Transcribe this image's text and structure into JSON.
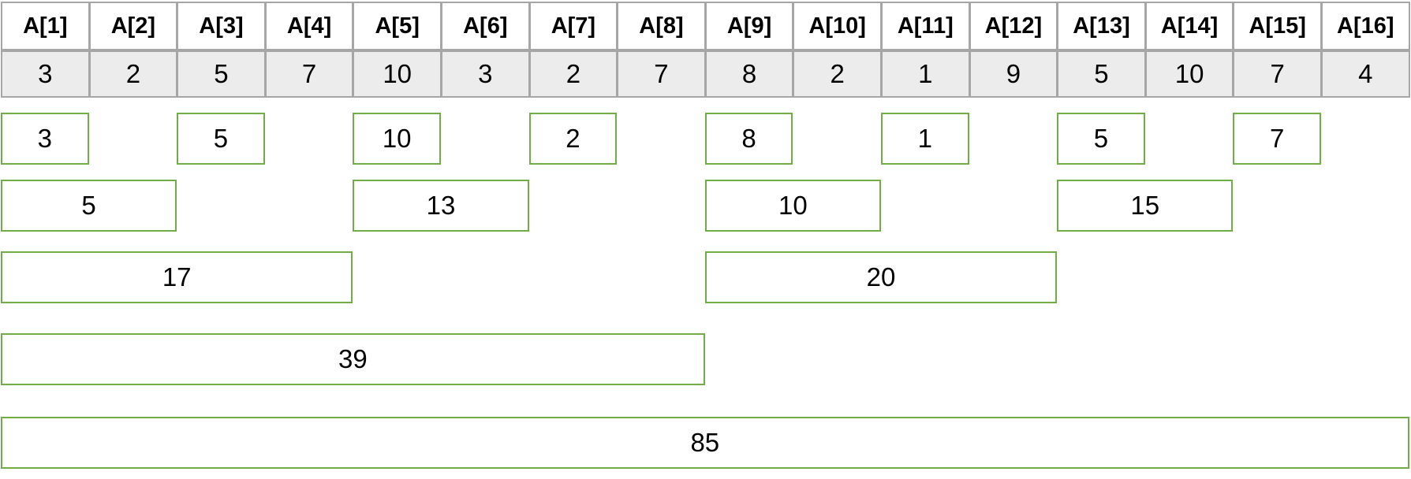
{
  "headers": [
    "A[1]",
    "A[2]",
    "A[3]",
    "A[4]",
    "A[5]",
    "A[6]",
    "A[7]",
    "A[8]",
    "A[9]",
    "A[10]",
    "A[11]",
    "A[12]",
    "A[13]",
    "A[14]",
    "A[15]",
    "A[16]"
  ],
  "values": [
    "3",
    "2",
    "5",
    "7",
    "10",
    "3",
    "2",
    "7",
    "8",
    "2",
    "1",
    "9",
    "5",
    "10",
    "7",
    "4"
  ],
  "tree_rows": [
    [
      {
        "label": "3",
        "span": [
          1,
          1
        ]
      },
      {
        "label": "5",
        "span": [
          3,
          3
        ]
      },
      {
        "label": "10",
        "span": [
          5,
          5
        ]
      },
      {
        "label": "2",
        "span": [
          7,
          7
        ]
      },
      {
        "label": "8",
        "span": [
          9,
          9
        ]
      },
      {
        "label": "1",
        "span": [
          11,
          11
        ]
      },
      {
        "label": "5",
        "span": [
          13,
          13
        ]
      },
      {
        "label": "7",
        "span": [
          15,
          15
        ]
      }
    ],
    [
      {
        "label": "5",
        "span": [
          1,
          2
        ]
      },
      {
        "label": "13",
        "span": [
          5,
          6
        ]
      },
      {
        "label": "10",
        "span": [
          9,
          10
        ]
      },
      {
        "label": "15",
        "span": [
          13,
          14
        ]
      }
    ],
    [
      {
        "label": "17",
        "span": [
          1,
          4
        ]
      },
      {
        "label": "20",
        "span": [
          9,
          12
        ]
      }
    ],
    [
      {
        "label": "39",
        "span": [
          1,
          8
        ]
      }
    ],
    [
      {
        "label": "85",
        "span": [
          1,
          16
        ]
      }
    ]
  ],
  "colors": {
    "node_border": "#70ad47",
    "table_border": "#a6a6a6",
    "value_fill": "#ececec"
  }
}
